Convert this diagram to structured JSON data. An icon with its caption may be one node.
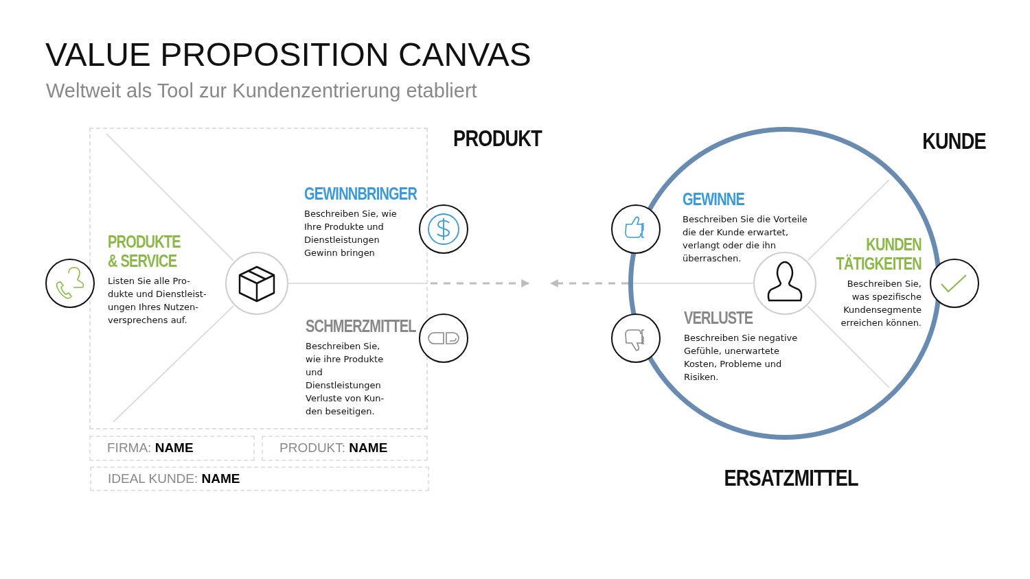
{
  "diagram": {
    "title": "VALUE PROPOSITION CANVAS",
    "nodes": [
      {
        "text": [
          "PRODUKT"
        ]
      },
      {
        "text": [
          "PRODUKTE & SERVICE",
          "Listen Sie alle Pro- dukte und Dienstleist- ungen Ihres Nutzen- versprechens auf."
        ],
        "in": 0
      },
      {
        "text": [
          "GEWINNBRINGER",
          "Beschreiben Sie, wie Ihre Produkte und Dienstleistungen Gewinn bringen"
        ],
        "in": 0
      },
      {
        "text": [
          "SCHMERZMITTEL",
          "Beschreiben Sie, wie ihre Produkte und Dienstleistungen Verluste von Kun- den beseitigen."
        ],
        "in": 0
      },
      {
        "text": [
          "KUNDE"
        ],
        "beside": [
          "ERSATZMITTEL"
        ]
      },
      {
        "text": [
          "GEWINNE",
          "Beschreiben Sie die Vorteile die der Kunde erwartet, verlangt oder die ihn überraschen."
        ],
        "in": 4
      },
      {
        "text": [
          "VERLUSTE",
          "Beschreiben Sie negative Gefühle, unerwartete Kosten, Probleme und Risiken."
        ],
        "in": 4
      },
      {
        "text": [
          "KUNDEN TÄTIGKEITEN",
          "Beschreiben Sie, was spezifische Kundensegmente erreichen können."
        ],
        "in": 4
      },
      {
        "text": [
          "FIRMA: **NAME**"
        ]
      },
      {
        "text": [
          "PRODUKT: **NAME**"
        ]
      },
      {
        "text": [
          "IDEAL KUNDE: **NAME**"
        ]
      }
    ],
    "edges": [
      {
        "from": 0,
        "to": null,
        "arrow": "to",
        "style": "dashed"
      },
      {
        "from": 4,
        "to": null,
        "arrow": "to",
        "style": "dashed"
      }
    ],
    "labels": [
      "Weltweit als Tool zur Kundenzentrierung etabliert"
    ]
  }
}
